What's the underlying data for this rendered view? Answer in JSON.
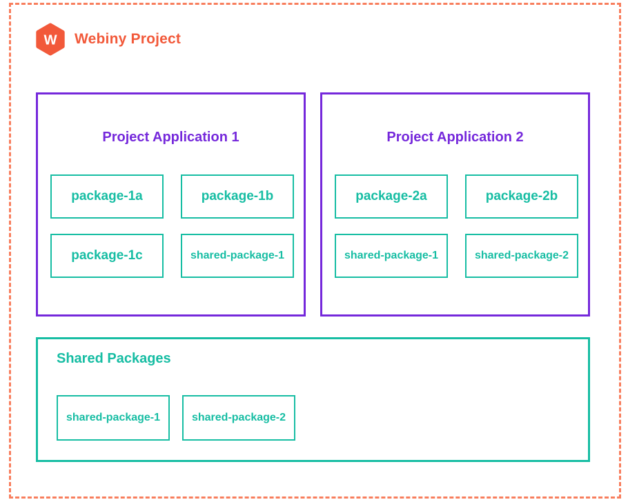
{
  "header": {
    "logo_letter": "W",
    "title": "Webiny Project"
  },
  "applications": [
    {
      "title": "Project Application 1",
      "packages": [
        "package-1a",
        "package-1b",
        "package-1c",
        "shared-package-1"
      ]
    },
    {
      "title": "Project Application 2",
      "packages": [
        "package-2a",
        "package-2b",
        "shared-package-1",
        "shared-package-2"
      ]
    }
  ],
  "shared_section": {
    "title": "Shared Packages",
    "packages": [
      "shared-package-1",
      "shared-package-2"
    ]
  },
  "colors": {
    "brand_orange": "#F2593A",
    "dashed_border_orange": "#F87E5D",
    "application_purple": "#7528DB",
    "package_teal": "#16BDA3"
  }
}
